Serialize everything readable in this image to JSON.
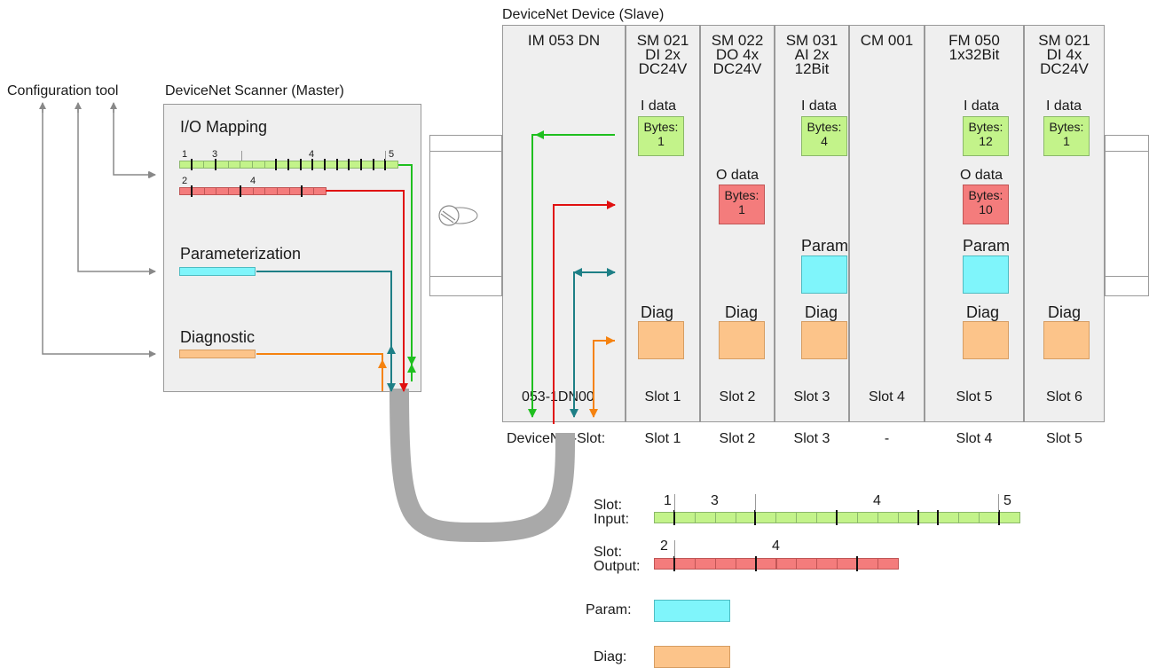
{
  "labels": {
    "config_tool": "Configuration tool",
    "scanner_title": "DeviceNet Scanner (Master)",
    "device_title": "DeviceNet Device (Slave)",
    "io_mapping": "I/O Mapping",
    "parameterization": "Parameterization",
    "diagnostic": "Diagnostic",
    "devicenet_slot": "DeviceNet-Slot:",
    "interface_code": "053-1DN00"
  },
  "master_bar_labels": {
    "input": [
      "1",
      "3",
      "4",
      "5"
    ],
    "output": [
      "2",
      "4"
    ]
  },
  "modules": [
    {
      "name_lines": [
        "IM 053 DN"
      ],
      "slot": "",
      "devicenet_slot": ""
    },
    {
      "name_lines": [
        "SM 021",
        "DI 2x",
        "DC24V"
      ],
      "i_data": {
        "label": "I data",
        "bytes": "Bytes:",
        "n": "1"
      },
      "diag": "Diag",
      "slot": "Slot 1",
      "devicenet_slot": "Slot 1"
    },
    {
      "name_lines": [
        "SM 022",
        "DO 4x",
        "DC24V"
      ],
      "o_data": {
        "label": "O data",
        "bytes": "Bytes:",
        "n": "1"
      },
      "diag": "Diag",
      "slot": "Slot 2",
      "devicenet_slot": "Slot 2"
    },
    {
      "name_lines": [
        "SM 031",
        "AI 2x",
        "12Bit"
      ],
      "i_data": {
        "label": "I data",
        "bytes": "Bytes:",
        "n": "4"
      },
      "param": "Param",
      "diag": "Diag",
      "slot": "Slot 3",
      "devicenet_slot": "Slot 3"
    },
    {
      "name_lines": [
        "CM 001"
      ],
      "slot": "Slot 4",
      "devicenet_slot": "-"
    },
    {
      "name_lines": [
        "FM 050",
        "1x32Bit"
      ],
      "i_data": {
        "label": "I data",
        "bytes": "Bytes:",
        "n": "12"
      },
      "o_data": {
        "label": "O data",
        "bytes": "Bytes:",
        "n": "10"
      },
      "param": "Param",
      "diag": "Diag",
      "slot": "Slot 5",
      "devicenet_slot": "Slot 4"
    },
    {
      "name_lines": [
        "SM 021",
        "DI 4x",
        "DC24V"
      ],
      "i_data": {
        "label": "I data",
        "bytes": "Bytes:",
        "n": "1"
      },
      "diag": "Diag",
      "slot": "Slot 6",
      "devicenet_slot": "Slot 5"
    }
  ],
  "legend": {
    "slot_label": "Slot:",
    "input_label": "Input:",
    "output_label": "Output:",
    "param_label": "Param:",
    "diag_label": "Diag:",
    "input_slots": [
      "1",
      "3",
      "4",
      "5"
    ],
    "output_slots": [
      "2",
      "4"
    ]
  },
  "colors": {
    "input": "#c3f38a",
    "output": "#f47c7c",
    "param": "#7ff5fb",
    "diag": "#fcc48a",
    "arrow_green": "#1fbf1f",
    "arrow_red": "#e01010",
    "arrow_teal": "#1e7f86",
    "arrow_orange": "#f5820f",
    "cable": "#a9a9a9",
    "gray_arrow": "#888888"
  }
}
